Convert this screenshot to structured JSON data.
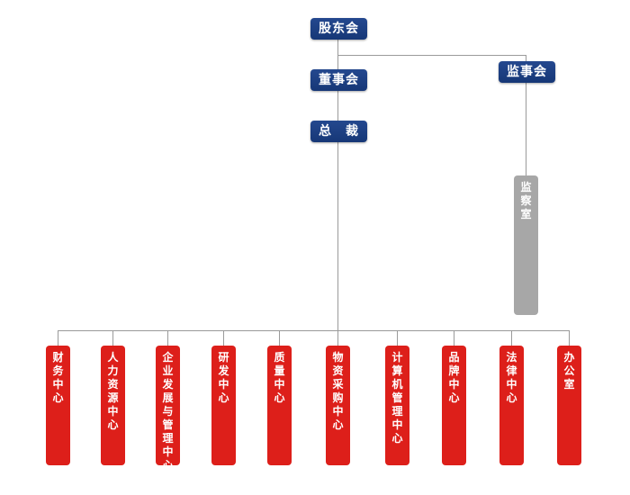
{
  "top_nodes": {
    "shareholders": "股东会",
    "board": "董事会",
    "president": "总　裁",
    "supervisors": "监事会",
    "supervision_office": "监察室"
  },
  "departments": [
    "财务中心",
    "人力资源中心",
    "企业发展与管理中心",
    "研发中心",
    "质量中心",
    "物资采购中心",
    "计算机管理中心",
    "品牌中心",
    "法律中心",
    "办公室"
  ],
  "colors": {
    "top_box": "#1b3f80",
    "department_box": "#dd1f1a",
    "office_box": "#a7a7a7",
    "connector": "#9a9a9a"
  }
}
